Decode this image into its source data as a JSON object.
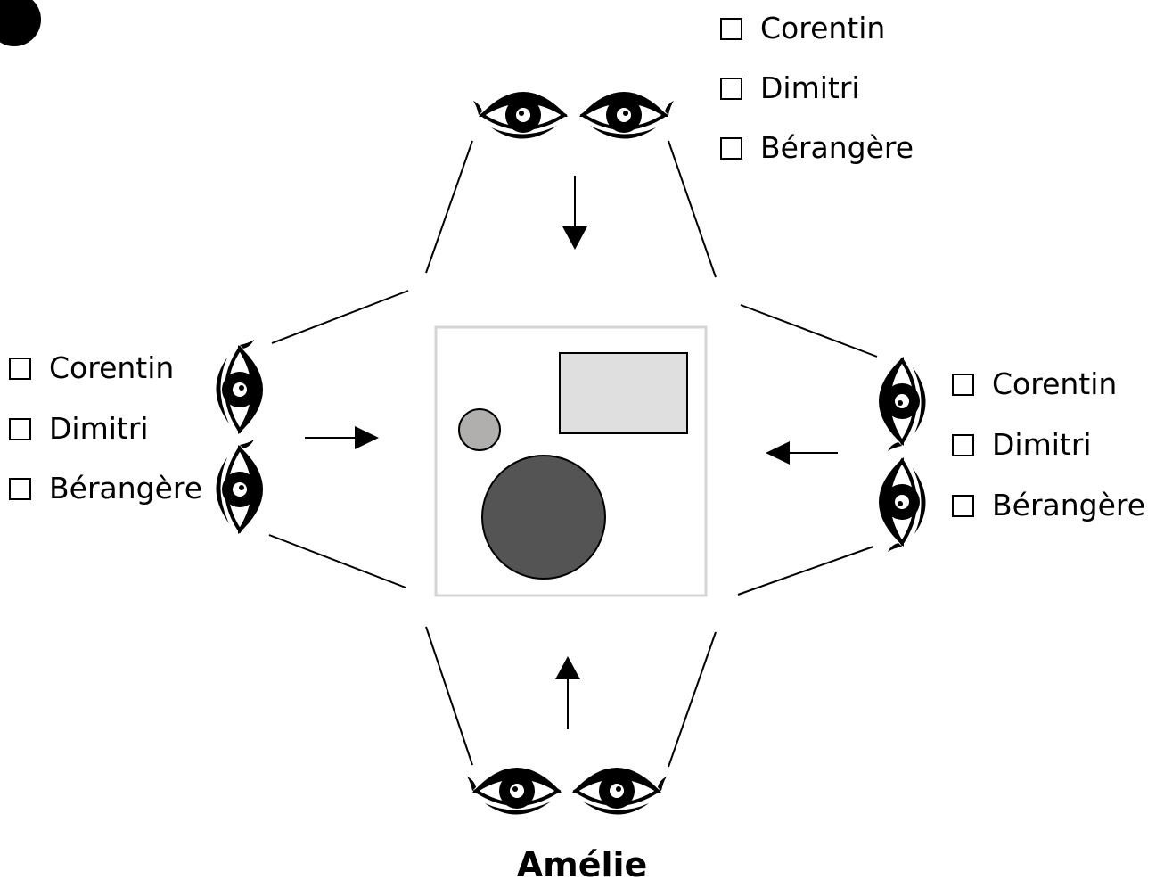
{
  "observers": {
    "top": {
      "options": [
        {
          "label": "Corentin",
          "checked": false
        },
        {
          "label": "Dimitri",
          "checked": false
        },
        {
          "label": "Bérangère",
          "checked": false
        }
      ]
    },
    "left": {
      "options": [
        {
          "label": "Corentin",
          "checked": false
        },
        {
          "label": "Dimitri",
          "checked": false
        },
        {
          "label": "Bérangère",
          "checked": false
        }
      ]
    },
    "right": {
      "options": [
        {
          "label": "Corentin",
          "checked": false
        },
        {
          "label": "Dimitri",
          "checked": false
        },
        {
          "label": "Bérangère",
          "checked": false
        }
      ]
    },
    "bottom": {
      "name": "Amélie"
    }
  },
  "scene": {
    "rectangle_color": "#e0dfe0",
    "small_circle_color": "#b1aeae",
    "large_circle_color": "#545454",
    "frame_color": "#d4d4d4"
  },
  "icons": [
    "eye-icon",
    "arrow-icon",
    "checkbox-icon",
    "bullet-icon"
  ]
}
